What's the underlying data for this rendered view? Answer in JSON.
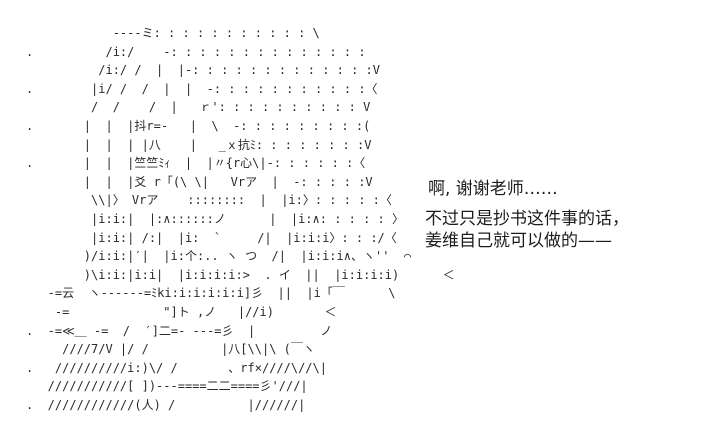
{
  "colors": {
    "background": "#ffffff",
    "art_ink": "#2a2a2a",
    "dialogue_ink": "#1c1c1c"
  },
  "ascii_art": {
    "lines": [
      "            ----ミ: : : : : : : : : : : \\",
      ".          /i:/    -: : : : : : : : : : : : : :",
      "          /i:/ /  |  |-: : : : : : : : : : : : :V",
      ".        |i/ /  /  |  |  -: : : : : : : : : : :〈",
      "         /  /    /  |   ｒ': : : : : : : : : : V",
      ".       |  |  |抖r=-   |  \\  -: : : : : : : : :(",
      "        |  |  | |八    |   _ｘ抗ﾐ: : : : : : : :V",
      ".       |  |  |竺竺ﾐｨ  |  |〃{r心\\|-: : : : : :〈",
      "        |  |  |爻 r「(\\ \\|   Vrア  |  -: : : : :V",
      "         \\\\|〉 Vrア    ::::::::  |  |i:〉: : : : :〈",
      "         |i:i:|  |:∧::::::ノ      |  |i:∧: : : : : 〉",
      "         |i:i:| /:|  |i:  `     /|  |i:i:i〉: : :/〈",
      "        )/i:i:|′|  |i:个:.. ヽ つ  /|  |i:i:i∧、ヽ''  ⌒",
      "        )\\i:i:|i:i|  |i:i:i:i:>  . イ  ||  |i:i:i:i)      ＜",
      "   -=云  ヽ------=ﾐki:i:i:i:i:i]彡  ||  |i「￣      \\",
      "    -=             \"]ト ,ノ   |//i)       ＜",
      ".  -=≪＿ -=  /  ′]二=- ---=彡  |         ノ",
      "     ////7/V |/ /          |八[\\\\|\\ (￣ヽ",
      ".   //////////i:)\\/ /       、rf×////\\//\\|",
      "   ///////////[ ])---====二二====彡'///|",
      ".  ////////////(人) /          |//////|"
    ]
  },
  "dialogue": {
    "line1": "啊, 谢谢老师……",
    "line2": "不过只是抄书这件事的话，",
    "line3": "姜维自己就可以做的——"
  }
}
